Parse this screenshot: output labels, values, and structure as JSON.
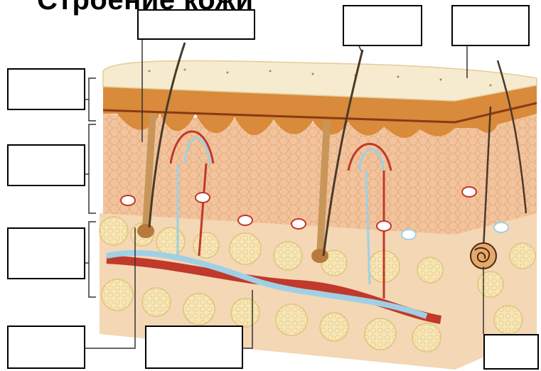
{
  "diagram": {
    "title": "Строение кожи",
    "label_boxes": [
      {
        "id": "hair-shaft",
        "text": ""
      },
      {
        "id": "hair-on-surface",
        "text": ""
      },
      {
        "id": "stratum-corneum",
        "text": ""
      },
      {
        "id": "epidermis",
        "text": ""
      },
      {
        "id": "dermis",
        "text": ""
      },
      {
        "id": "hypodermis",
        "text": ""
      },
      {
        "id": "hair-follicle",
        "text": ""
      },
      {
        "id": "blood-vessels",
        "text": ""
      },
      {
        "id": "sweat-gland",
        "text": ""
      }
    ],
    "colors": {
      "stratum_corneum": "#f6ebcf",
      "epidermis": "#d98a3a",
      "dermis": "#f2c49e",
      "fat": "#f5e3b0",
      "artery": "#c0392b",
      "vein": "#9fd0e6",
      "hair": "#4a3a2a"
    }
  }
}
